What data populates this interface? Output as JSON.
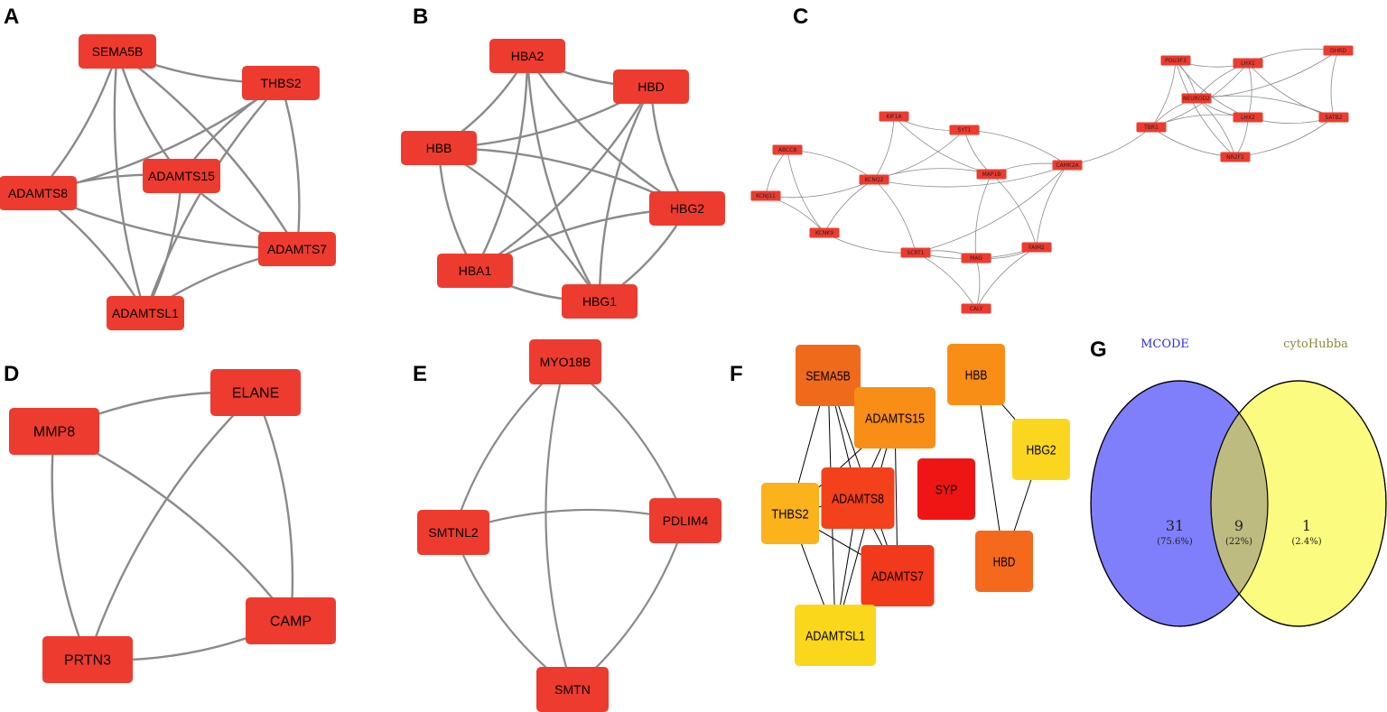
{
  "panels": {
    "A": {
      "letter": "A",
      "nodes": [
        {
          "id": "SEMA5B",
          "label": "SEMA5B"
        },
        {
          "id": "THBS2",
          "label": "THBS2"
        },
        {
          "id": "ADAMTS8",
          "label": "ADAMTS8"
        },
        {
          "id": "ADAMTS15",
          "label": "ADAMTS15"
        },
        {
          "id": "ADAMTS7",
          "label": "ADAMTS7"
        },
        {
          "id": "ADAMTSL1",
          "label": "ADAMTSL1"
        }
      ],
      "edges": [
        [
          "SEMA5B",
          "THBS2"
        ],
        [
          "SEMA5B",
          "ADAMTS8"
        ],
        [
          "SEMA5B",
          "ADAMTS15"
        ],
        [
          "SEMA5B",
          "ADAMTS7"
        ],
        [
          "SEMA5B",
          "ADAMTSL1"
        ],
        [
          "THBS2",
          "ADAMTS8"
        ],
        [
          "THBS2",
          "ADAMTS15"
        ],
        [
          "THBS2",
          "ADAMTS7"
        ],
        [
          "THBS2",
          "ADAMTSL1"
        ],
        [
          "ADAMTS8",
          "ADAMTS15"
        ],
        [
          "ADAMTS8",
          "ADAMTS7"
        ],
        [
          "ADAMTS8",
          "ADAMTSL1"
        ],
        [
          "ADAMTS15",
          "ADAMTS7"
        ],
        [
          "ADAMTS15",
          "ADAMTSL1"
        ],
        [
          "ADAMTS7",
          "ADAMTSL1"
        ]
      ]
    },
    "B": {
      "letter": "B",
      "nodes": [
        {
          "id": "HBA2",
          "label": "HBA2"
        },
        {
          "id": "HBD",
          "label": "HBD"
        },
        {
          "id": "HBB",
          "label": "HBB"
        },
        {
          "id": "HBG2",
          "label": "HBG2"
        },
        {
          "id": "HBA1",
          "label": "HBA1"
        },
        {
          "id": "HBG1",
          "label": "HBG1"
        }
      ],
      "edges": [
        [
          "HBA2",
          "HBD"
        ],
        [
          "HBA2",
          "HBB"
        ],
        [
          "HBA2",
          "HBG2"
        ],
        [
          "HBA2",
          "HBA1"
        ],
        [
          "HBA2",
          "HBG1"
        ],
        [
          "HBD",
          "HBB"
        ],
        [
          "HBD",
          "HBG2"
        ],
        [
          "HBD",
          "HBA1"
        ],
        [
          "HBD",
          "HBG1"
        ],
        [
          "HBB",
          "HBG2"
        ],
        [
          "HBB",
          "HBA1"
        ],
        [
          "HBB",
          "HBG1"
        ],
        [
          "HBG2",
          "HBA1"
        ],
        [
          "HBG2",
          "HBG1"
        ],
        [
          "HBA1",
          "HBG1"
        ]
      ]
    },
    "C": {
      "letter": "C",
      "nodes": [
        {
          "id": "POU3F3",
          "label": "POU3F3"
        },
        {
          "id": "LHX1",
          "label": "LHX1"
        },
        {
          "id": "DHRD",
          "label": "DHRD"
        },
        {
          "id": "NEUROD2",
          "label": "NEUROD2"
        },
        {
          "id": "LHX2",
          "label": "LHX2"
        },
        {
          "id": "SATB2",
          "label": "SATB2"
        },
        {
          "id": "TBR1",
          "label": "TBR1"
        },
        {
          "id": "NR2F1",
          "label": "NR2F1"
        },
        {
          "id": "KIF1A",
          "label": "KIF1A"
        },
        {
          "id": "SYT1",
          "label": "SYT1"
        },
        {
          "id": "ABCC8",
          "label": "ABCC8"
        },
        {
          "id": "KCNQ2",
          "label": "KCNQ2"
        },
        {
          "id": "MAP1B",
          "label": "MAP1B"
        },
        {
          "id": "CAMK2A",
          "label": "CAMK2A"
        },
        {
          "id": "KCNJ11",
          "label": "KCNJ11"
        },
        {
          "id": "KCNK9",
          "label": "KCNK9"
        },
        {
          "id": "SCRT1",
          "label": "SCRT1"
        },
        {
          "id": "MAG",
          "label": "MAG"
        },
        {
          "id": "FAIM2",
          "label": "FAIM2"
        },
        {
          "id": "CALY",
          "label": "CALY"
        }
      ],
      "edges": [
        [
          "POU3F3",
          "LHX1"
        ],
        [
          "POU3F3",
          "NEUROD2"
        ],
        [
          "POU3F3",
          "LHX2"
        ],
        [
          "POU3F3",
          "TBR1"
        ],
        [
          "POU3F3",
          "NR2F1"
        ],
        [
          "LHX1",
          "DHRD"
        ],
        [
          "LHX1",
          "NEUROD2"
        ],
        [
          "LHX1",
          "LHX2"
        ],
        [
          "LHX1",
          "SATB2"
        ],
        [
          "LHX1",
          "TBR1"
        ],
        [
          "DHRD",
          "SATB2"
        ],
        [
          "DHRD",
          "NEUROD2"
        ],
        [
          "NEUROD2",
          "LHX2"
        ],
        [
          "NEUROD2",
          "SATB2"
        ],
        [
          "NEUROD2",
          "TBR1"
        ],
        [
          "NEUROD2",
          "NR2F1"
        ],
        [
          "LHX2",
          "SATB2"
        ],
        [
          "LHX2",
          "NR2F1"
        ],
        [
          "LHX2",
          "TBR1"
        ],
        [
          "SATB2",
          "NR2F1"
        ],
        [
          "TBR1",
          "NR2F1"
        ],
        [
          "TBR1",
          "CAMK2A"
        ],
        [
          "KIF1A",
          "SYT1"
        ],
        [
          "KIF1A",
          "KCNQ2"
        ],
        [
          "KIF1A",
          "MAP1B"
        ],
        [
          "SYT1",
          "KCNQ2"
        ],
        [
          "SYT1",
          "MAP1B"
        ],
        [
          "SYT1",
          "CAMK2A"
        ],
        [
          "ABCC8",
          "KCNJ11"
        ],
        [
          "ABCC8",
          "KCNQ2"
        ],
        [
          "ABCC8",
          "KCNK9"
        ],
        [
          "KCNJ11",
          "KCNK9"
        ],
        [
          "KCNJ11",
          "KCNQ2"
        ],
        [
          "KCNQ2",
          "MAP1B"
        ],
        [
          "KCNQ2",
          "KCNK9"
        ],
        [
          "KCNQ2",
          "SCRT1"
        ],
        [
          "KCNQ2",
          "CAMK2A"
        ],
        [
          "MAP1B",
          "CAMK2A"
        ],
        [
          "MAP1B",
          "MAG"
        ],
        [
          "MAP1B",
          "FAIM2"
        ],
        [
          "CAMK2A",
          "FAIM2"
        ],
        [
          "CAMK2A",
          "SCRT1"
        ],
        [
          "KCNK9",
          "SCRT1"
        ],
        [
          "SCRT1",
          "MAG"
        ],
        [
          "SCRT1",
          "FAIM2"
        ],
        [
          "SCRT1",
          "CALY"
        ],
        [
          "MAG",
          "FAIM2"
        ],
        [
          "MAG",
          "CALY"
        ],
        [
          "FAIM2",
          "CALY"
        ]
      ]
    },
    "D": {
      "letter": "D",
      "nodes": [
        {
          "id": "ELANE",
          "label": "ELANE"
        },
        {
          "id": "MMP8",
          "label": "MMP8"
        },
        {
          "id": "CAMP",
          "label": "CAMP"
        },
        {
          "id": "PRTN3",
          "label": "PRTN3"
        }
      ],
      "edges": [
        [
          "ELANE",
          "MMP8"
        ],
        [
          "ELANE",
          "CAMP"
        ],
        [
          "ELANE",
          "PRTN3"
        ],
        [
          "MMP8",
          "CAMP"
        ],
        [
          "MMP8",
          "PRTN3"
        ],
        [
          "CAMP",
          "PRTN3"
        ]
      ]
    },
    "E": {
      "letter": "E",
      "nodes": [
        {
          "id": "MYO18B",
          "label": "MYO18B"
        },
        {
          "id": "SMTNL2",
          "label": "SMTNL2"
        },
        {
          "id": "PDLIM4",
          "label": "PDLIM4"
        },
        {
          "id": "SMTN",
          "label": "SMTN"
        }
      ],
      "edges": [
        [
          "MYO18B",
          "SMTNL2"
        ],
        [
          "MYO18B",
          "PDLIM4"
        ],
        [
          "MYO18B",
          "SMTN"
        ],
        [
          "SMTNL2",
          "PDLIM4"
        ],
        [
          "SMTNL2",
          "SMTN"
        ],
        [
          "PDLIM4",
          "SMTN"
        ]
      ]
    },
    "F": {
      "letter": "F",
      "nodes": [
        {
          "id": "SEMA5B",
          "label": "SEMA5B",
          "color": "#f06a1c"
        },
        {
          "id": "ADAMTS15",
          "label": "ADAMTS15",
          "color": "#f98e17"
        },
        {
          "id": "HBB",
          "label": "HBB",
          "color": "#f98e17"
        },
        {
          "id": "HBG2",
          "label": "HBG2",
          "color": "#fbd61e"
        },
        {
          "id": "SYP",
          "label": "SYP",
          "color": "#f01515"
        },
        {
          "id": "THBS2",
          "label": "THBS2",
          "color": "#fbb21b"
        },
        {
          "id": "ADAMTS8",
          "label": "ADAMTS8",
          "color": "#f3411b"
        },
        {
          "id": "ADAMTS7",
          "label": "ADAMTS7",
          "color": "#f3391b"
        },
        {
          "id": "HBD",
          "label": "HBD",
          "color": "#f5691c"
        },
        {
          "id": "ADAMTSL1",
          "label": "ADAMTSL1",
          "color": "#fbd71c"
        }
      ],
      "edges": [
        [
          "SEMA5B",
          "ADAMTS15"
        ],
        [
          "SEMA5B",
          "THBS2"
        ],
        [
          "SEMA5B",
          "ADAMTS8"
        ],
        [
          "SEMA5B",
          "ADAMTS7"
        ],
        [
          "SEMA5B",
          "ADAMTSL1"
        ],
        [
          "ADAMTS15",
          "THBS2"
        ],
        [
          "ADAMTS15",
          "ADAMTS8"
        ],
        [
          "ADAMTS15",
          "ADAMTS7"
        ],
        [
          "ADAMTS15",
          "ADAMTSL1"
        ],
        [
          "THBS2",
          "ADAMTS8"
        ],
        [
          "THBS2",
          "ADAMTS7"
        ],
        [
          "THBS2",
          "ADAMTSL1"
        ],
        [
          "ADAMTS8",
          "ADAMTS7"
        ],
        [
          "ADAMTS8",
          "ADAMTSL1"
        ],
        [
          "ADAMTS7",
          "ADAMTSL1"
        ],
        [
          "HBB",
          "HBG2"
        ],
        [
          "HBB",
          "HBD"
        ],
        [
          "HBG2",
          "HBD"
        ]
      ]
    },
    "G": {
      "letter": "G",
      "left_title": "MCODE",
      "right_title": "cytoHubba",
      "left_count": "31",
      "left_pct": "(75.6%)",
      "mid_count": "9",
      "mid_pct": "(22%)",
      "right_count": "1",
      "right_pct": "(2.4%)",
      "colors": {
        "left": "#7f7ffb",
        "right": "#fbfb7f",
        "overlap": "#bdbb7f",
        "left_title": "#2b2bff",
        "right_title": "#8a8a3a"
      }
    }
  },
  "colors": {
    "node": "#ee3b2f",
    "edge": "#8a8a8a"
  }
}
